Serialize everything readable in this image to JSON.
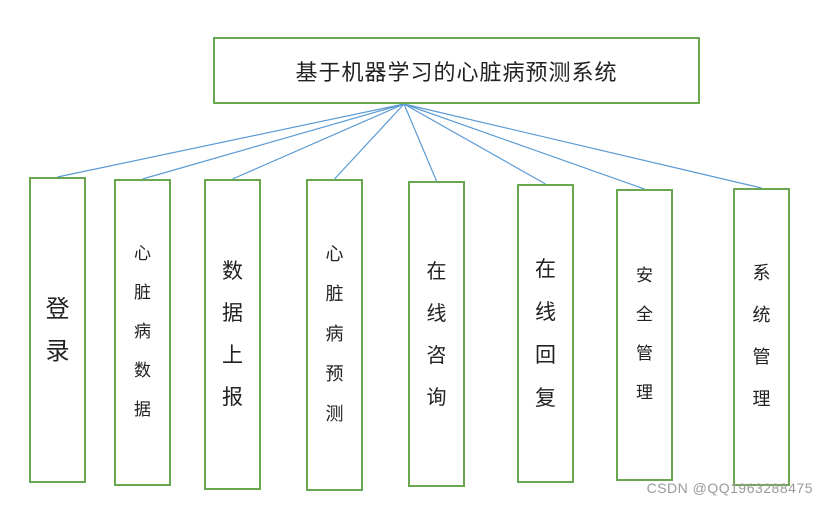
{
  "root": {
    "label": "基于机器学习的心脏病预测系统"
  },
  "modules": [
    {
      "label": "登录"
    },
    {
      "label": "心脏病数据"
    },
    {
      "label": "数据上报"
    },
    {
      "label": "心脏病预测"
    },
    {
      "label": "在线咨询"
    },
    {
      "label": "在线回复"
    },
    {
      "label": "安全管理"
    },
    {
      "label": "系统管理"
    }
  ],
  "watermark": "CSDN @QQ1963288475",
  "colors": {
    "box_border": "#6aa84f",
    "connector": "#5b9bd5",
    "text": "#222222"
  }
}
